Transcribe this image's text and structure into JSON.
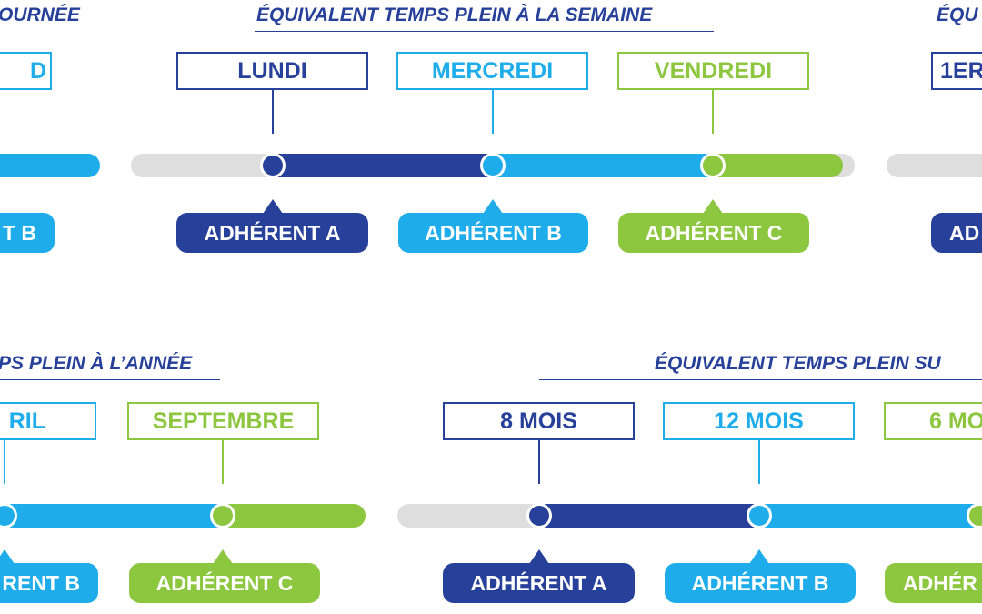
{
  "colors": {
    "navy": "#27409a",
    "cyan": "#1eadea",
    "green": "#8dc63f",
    "grey": "#dedede"
  },
  "titles": {
    "top_left": "OURNÉE",
    "top_center": "ÉQUIVALENT TEMPS PLEIN À LA SEMAINE",
    "top_right": "ÉQU",
    "bottom_left": "PS PLEIN À L’ANNÉE",
    "bottom_right": "ÉQUIVALENT TEMPS PLEIN SU"
  },
  "markers": {
    "top_left_cut": "D",
    "lundi": "LUNDI",
    "mercredi": "MERCREDI",
    "vendredi": "VENDREDI",
    "top_right_cut": "1ER",
    "bottom_left_cut": "RIL",
    "septembre": "SEPTEMBRE",
    "huit_mois": "8 MOIS",
    "douze_mois": "12 MOIS",
    "six_mois": "6 MO"
  },
  "members": {
    "top_left_b": "T B",
    "top_a": "ADHÉRENT A",
    "top_b": "ADHÉRENT B",
    "top_c": "ADHÉRENT C",
    "top_right_cut": "AD",
    "bottom_left_b": "RENT B",
    "bottom_left_c": "ADHÉRENT C",
    "bottom_a": "ADHÉRENT A",
    "bottom_b": "ADHÉRENT B",
    "bottom_right_cut": "ADHÉR"
  }
}
